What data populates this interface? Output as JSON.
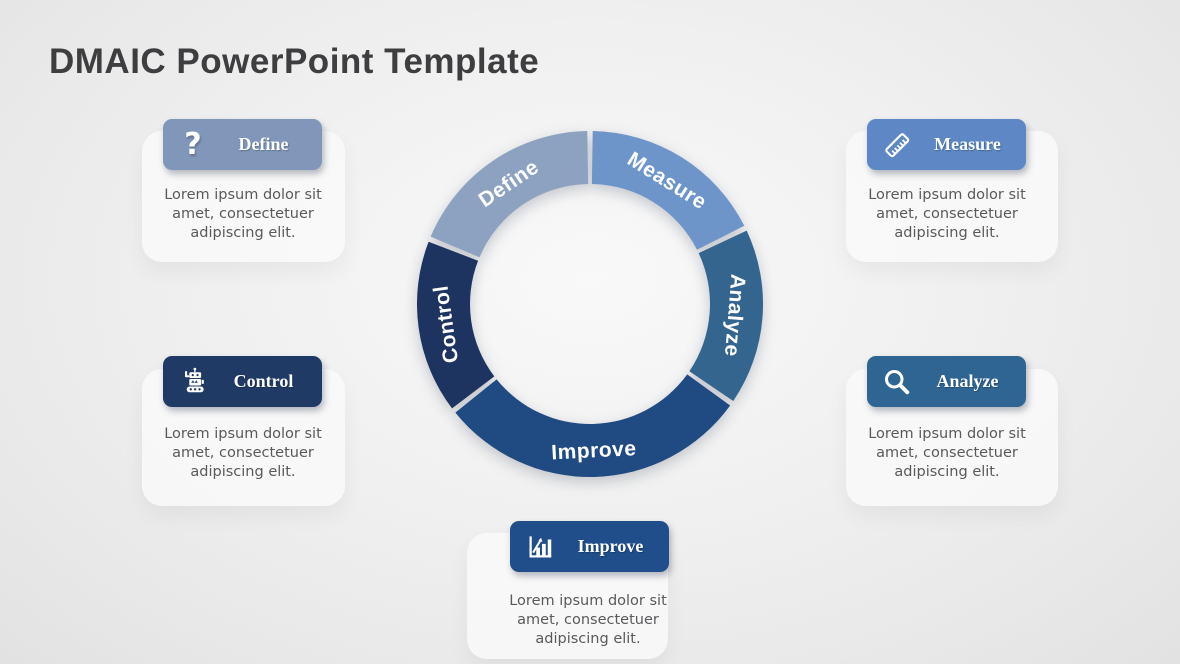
{
  "slide": {
    "title": "DMAIC PowerPoint Template"
  },
  "cards": [
    {
      "id": "define",
      "label": "Define",
      "icon": "question-icon",
      "color": "#8097B9",
      "lines": [
        "Lorem ipsum dolor sit",
        "amet, consectetuer",
        "adipiscing elit."
      ]
    },
    {
      "id": "measure",
      "label": "Measure",
      "icon": "ruler-icon",
      "color": "#5D88C5",
      "lines": [
        "Lorem ipsum dolor sit",
        "amet, consectetuer",
        "adipiscing elit."
      ]
    },
    {
      "id": "control",
      "label": "Control",
      "icon": "robot-icon",
      "color": "#203A66",
      "lines": [
        "Lorem ipsum dolor sit",
        "amet, consectetuer",
        "adipiscing elit."
      ]
    },
    {
      "id": "analyze",
      "label": "Analyze",
      "icon": "magnifier-icon",
      "color": "#2F6593",
      "lines": [
        "Lorem ipsum dolor sit",
        "amet, consectetuer",
        "adipiscing elit."
      ]
    },
    {
      "id": "improve",
      "label": "Improve",
      "icon": "bar-chart-icon",
      "color": "#1F4E8B",
      "lines": [
        "Lorem ipsum dolor sit",
        "amet, consectetuer",
        "adipiscing elit."
      ]
    }
  ],
  "chart_data": {
    "type": "donut",
    "title": "DMAIC cycle ring",
    "label_color": "#ffffff",
    "segments": [
      {
        "label": "Measure",
        "start_deg": 0,
        "end_deg": 64,
        "color": "#6D95C9",
        "label_rotation_deg": 32
      },
      {
        "label": "Analyze",
        "start_deg": 64,
        "end_deg": 125,
        "color": "#33658E",
        "label_rotation_deg": 94.5
      },
      {
        "label": "Improve",
        "start_deg": 125,
        "end_deg": 232,
        "color": "#1F4A82",
        "label_rotation_deg": -3
      },
      {
        "label": "Control",
        "start_deg": 232,
        "end_deg": 292,
        "color": "#1D3460",
        "label_rotation_deg": -98
      },
      {
        "label": "Define",
        "start_deg": 292,
        "end_deg": 360,
        "color": "#8CA2C0",
        "label_rotation_deg": -34
      }
    ]
  }
}
